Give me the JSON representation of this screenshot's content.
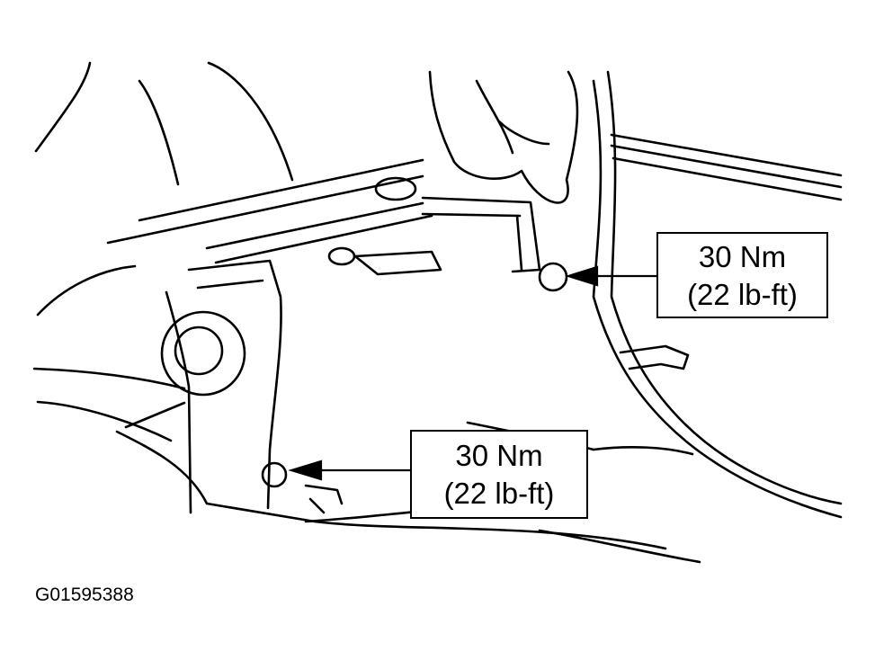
{
  "callouts": [
    {
      "torque_nm": "30 Nm",
      "torque_lbft": "(22 lb-ft)"
    },
    {
      "torque_nm": "30 Nm",
      "torque_lbft": "(22 lb-ft)"
    }
  ],
  "figure_id": "G01595388"
}
